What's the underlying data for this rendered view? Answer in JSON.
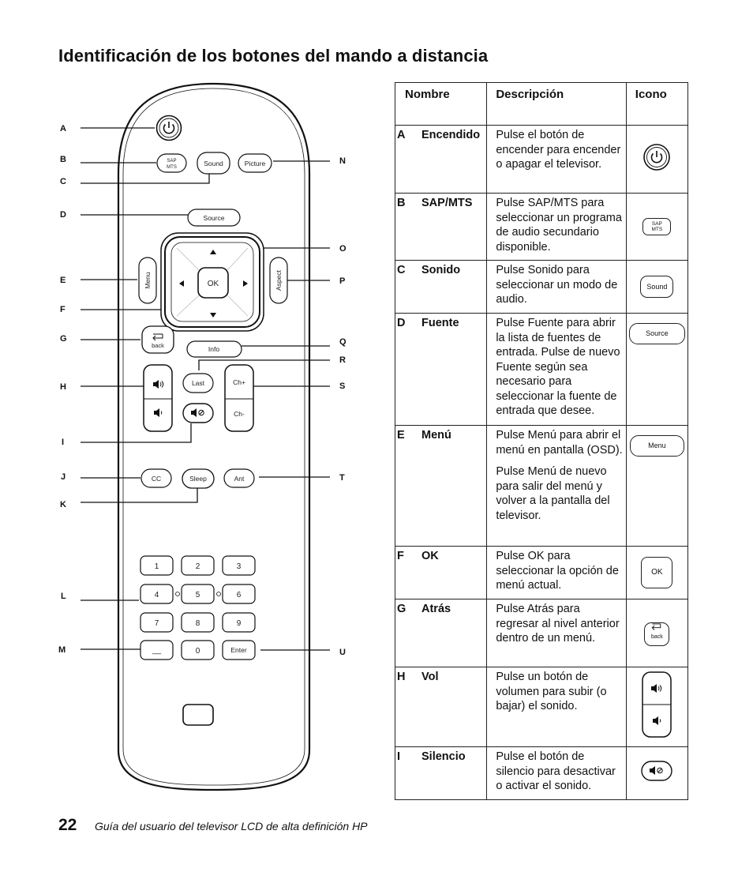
{
  "page": {
    "title": "Identificación de los botones del mando a distancia",
    "footer_number": "22",
    "footer_text": "Guía del usuario del televisor LCD de alta definición HP"
  },
  "remote": {
    "callouts_left": [
      "A",
      "B",
      "C",
      "D",
      "E",
      "F",
      "G",
      "H",
      "I",
      "J",
      "K",
      "L",
      "M"
    ],
    "callouts_right": [
      "N",
      "O",
      "P",
      "Q",
      "R",
      "S",
      "T",
      "U"
    ],
    "buttons": {
      "sap": "SAP",
      "mts": "MTS",
      "sound": "Sound",
      "picture": "Picture",
      "source": "Source",
      "menu": "Menu",
      "aspect": "Aspect",
      "ok": "OK",
      "back": "back",
      "info": "Info",
      "last": "Last",
      "ch_up": "Ch+",
      "ch_down": "Ch-",
      "cc": "CC",
      "sleep": "Sleep",
      "ant": "Ant",
      "digits": [
        "1",
        "2",
        "3",
        "4",
        "5",
        "6",
        "7",
        "8",
        "9"
      ],
      "dash": "__",
      "zero": "0",
      "enter": "Enter"
    }
  },
  "table": {
    "headers": {
      "name": "Nombre",
      "description": "Descripción",
      "icon": "Icono"
    },
    "rows": [
      {
        "letter": "A",
        "name": "Encendido",
        "desc": [
          "Pulse el botón de encender para encender o apagar el televisor."
        ],
        "icon": "power-icon"
      },
      {
        "letter": "B",
        "name": "SAP/MTS",
        "desc": [
          "Pulse SAP/MTS para seleccionar un programa de audio secundario disponible."
        ],
        "icon": "sap-mts-icon",
        "icon_text": [
          "SAP",
          "MTS"
        ]
      },
      {
        "letter": "C",
        "name": "Sonido",
        "desc": [
          "Pulse Sonido para seleccionar un modo de audio."
        ],
        "icon": "sound-icon",
        "icon_text": "Sound"
      },
      {
        "letter": "D",
        "name": "Fuente",
        "desc": [
          "Pulse Fuente para abrir la lista de fuentes de entrada. Pulse de nuevo Fuente según sea necesario para seleccionar la fuente de entrada que desee."
        ],
        "icon": "source-icon",
        "icon_text": "Source"
      },
      {
        "letter": "E",
        "name": "Menú",
        "desc": [
          "Pulse Menú para abrir el menú en pantalla (OSD).",
          "Pulse Menú de nuevo para salir del menú y volver a la pantalla del televisor."
        ],
        "icon": "menu-icon",
        "icon_text": "Menu"
      },
      {
        "letter": "F",
        "name": "OK",
        "desc": [
          "Pulse OK para seleccionar la opción de menú actual."
        ],
        "icon": "ok-icon",
        "icon_text": "OK"
      },
      {
        "letter": "G",
        "name": "Atrás",
        "desc": [
          "Pulse Atrás para regresar al nivel anterior dentro de un menú."
        ],
        "icon": "back-icon",
        "icon_text": "back"
      },
      {
        "letter": "H",
        "name": "Vol",
        "desc": [
          "Pulse un botón de volumen para subir (o bajar) el sonido."
        ],
        "icon": "volume-icon"
      },
      {
        "letter": "I",
        "name": "Silencio",
        "desc": [
          "Pulse el botón de silencio para desactivar o activar el sonido."
        ],
        "icon": "mute-icon"
      }
    ]
  }
}
